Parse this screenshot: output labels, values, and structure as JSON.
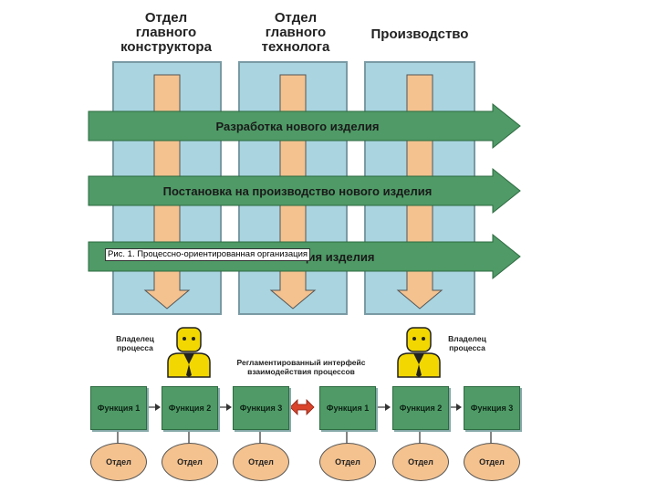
{
  "departments": [
    {
      "title_lines": [
        "Отдел",
        "главного",
        "конструктора"
      ]
    },
    {
      "title_lines": [
        "Отдел",
        "главного",
        "технолога"
      ]
    },
    {
      "title_lines": [
        "Производство"
      ]
    }
  ],
  "processes": [
    "Разработка нового изделия",
    "Постановка на производство нового изделия",
    "ция изделия"
  ],
  "caption": "Рис. 1. Процессно-ориентированная организация",
  "owners": [
    {
      "label_lines": [
        "Владелец",
        "процесса"
      ]
    },
    {
      "label_lines": [
        "Владелец",
        "процесса"
      ]
    }
  ],
  "interface_label_lines": [
    "Регламентированный интерфейс",
    "взаимодействия процессов"
  ],
  "functions": [
    "Функция 1",
    "Функция 2",
    "Функция 3",
    "Функция 1",
    "Функция 2",
    "Функция 3"
  ],
  "units": [
    "Отдел",
    "Отдел",
    "Отдел",
    "Отдел",
    "Отдел",
    "Отдел"
  ],
  "colors": {
    "column_fill": "#a9d4e0",
    "column_border": "#7a9aa4",
    "orange_arrow": "#f4c28f",
    "green_arrow": "#4f9a66",
    "green_border": "#2d6a40",
    "interface_arrow": "#d9442b"
  }
}
